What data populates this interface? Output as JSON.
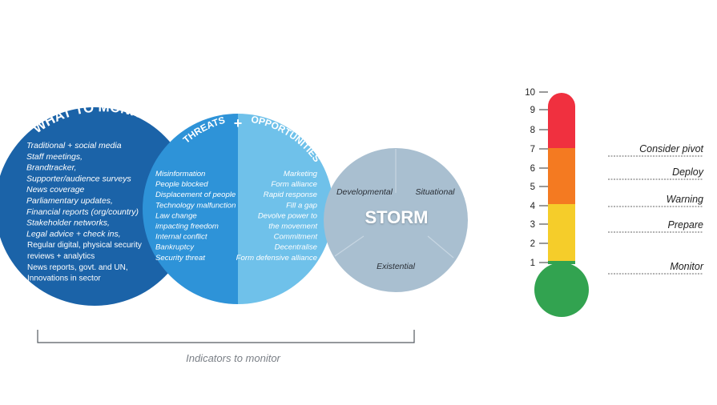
{
  "monitor": {
    "title": "WHAT TO MONITOR",
    "items": [
      "Traditional + social media",
      "Staff meetings,",
      "Brandtracker,",
      "Supporter/audience surveys",
      "News coverage",
      "Parliamentary updates,",
      "Financial reports (org/country)",
      "Stakeholder networks,",
      "Legal advice + check ins,",
      "Regular digital, physical security",
      "reviews + analytics",
      "News reports, govt. and UN,",
      "Innovations in sector"
    ]
  },
  "threats": {
    "title": "THREATS",
    "items": [
      "Misinformation",
      "People blocked",
      "Displacement of people",
      "Technology malfunction",
      "Law change",
      "impacting freedom",
      "Internal conflict",
      "Bankruptcy",
      "Security threat"
    ]
  },
  "plus_sign": "+",
  "opportunities": {
    "title": "OPPORTUNITIES",
    "items": [
      "Marketing",
      "Form alliance",
      "Rapid response",
      "Fill a gap",
      "Devolve power to",
      "the movement",
      "Commitment",
      "Decentralise",
      "Form defensive alliance"
    ]
  },
  "storm": {
    "title": "STORM",
    "segments": [
      "Developmental",
      "Situational",
      "Existential"
    ]
  },
  "bracket_label": "Indicators to monitor",
  "thermometer": {
    "ticks": [
      "10",
      "9",
      "8",
      "7",
      "6",
      "5",
      "4",
      "3",
      "2",
      "1"
    ],
    "levels": [
      "Consider pivot",
      "Deploy",
      "Warning",
      "Prepare",
      "Monitor"
    ],
    "colors": {
      "red": "#f0303f",
      "orange": "#f47a21",
      "yellow": "#f5cd2a",
      "green": "#32a350"
    }
  },
  "colors": {
    "monitor_circle": "#1b63a8",
    "threats_half": "#2e93d8",
    "opportunities_half": "#6fc1ea",
    "storm_circle": "#a9bfd0"
  }
}
